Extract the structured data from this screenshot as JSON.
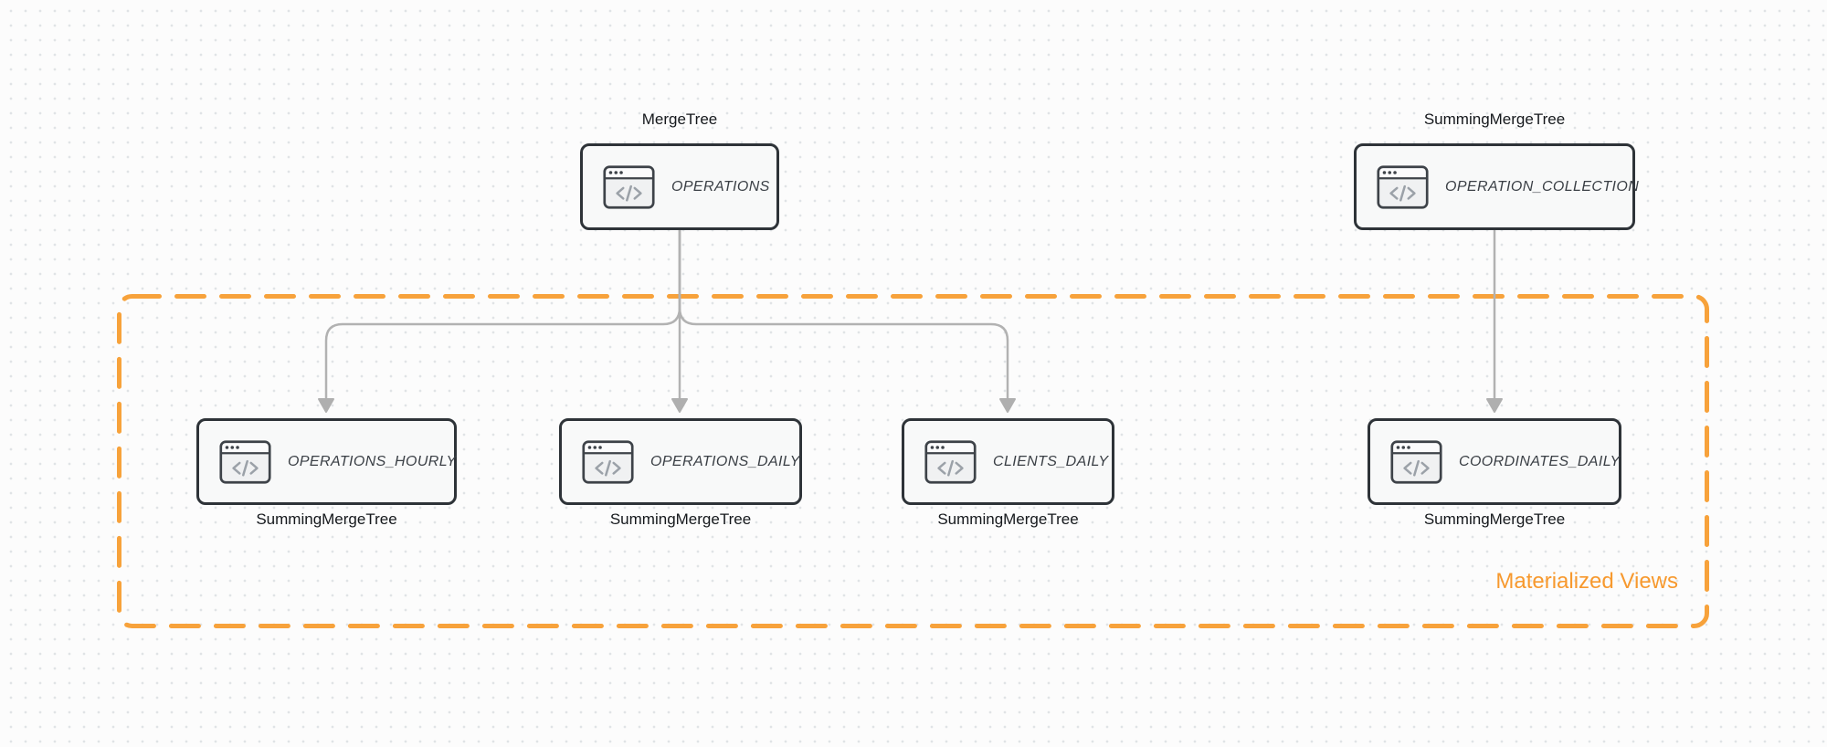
{
  "diagram": {
    "group": {
      "label": "Materialized Views"
    },
    "nodes": [
      {
        "id": "operations",
        "table": "OPERATIONS",
        "engine": "MergeTree"
      },
      {
        "id": "operation_collection",
        "table": "OPERATION_COLLECTION",
        "engine": "SummingMergeTree"
      },
      {
        "id": "operations_hourly",
        "table": "OPERATIONS_HOURLY",
        "engine": "SummingMergeTree"
      },
      {
        "id": "operations_daily",
        "table": "OPERATIONS_DAILY",
        "engine": "SummingMergeTree"
      },
      {
        "id": "clients_daily",
        "table": "CLIENTS_DAILY",
        "engine": "SummingMergeTree"
      },
      {
        "id": "coordinates_daily",
        "table": "COORDINATES_DAILY",
        "engine": "SummingMergeTree"
      }
    ],
    "edges": [
      {
        "from": "OPERATIONS",
        "to": "OPERATIONS_HOURLY"
      },
      {
        "from": "OPERATIONS",
        "to": "OPERATIONS_DAILY"
      },
      {
        "from": "OPERATIONS",
        "to": "CLIENTS_DAILY"
      },
      {
        "from": "OPERATION_COLLECTION",
        "to": "COORDINATES_DAILY"
      }
    ],
    "icons": {
      "node_icon": "code-window-icon"
    },
    "colors": {
      "accent_orange": "#F7A23B",
      "group_label_orange": "#F7992E",
      "arrow_gray": "#B2B2B2",
      "node_border": "#2E3338",
      "node_fill": "#F8F9F9",
      "background": "#FCFCFC"
    }
  }
}
